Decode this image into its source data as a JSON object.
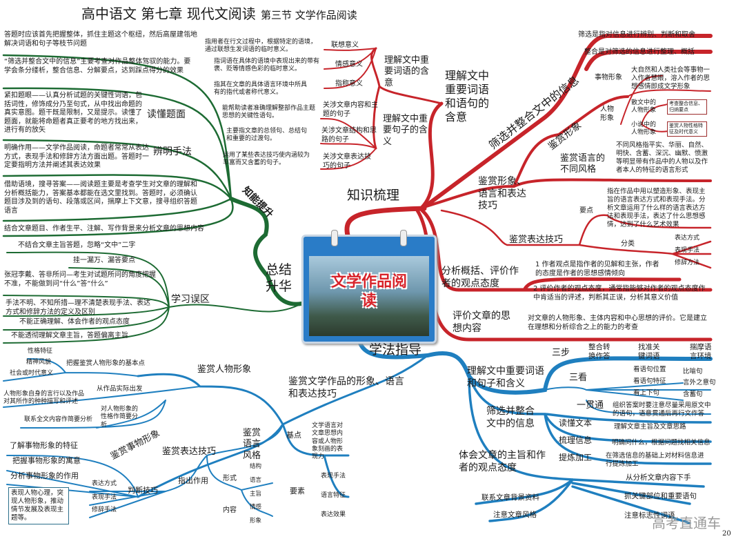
{
  "title": {
    "main": "高中语文  第七章  现代文阅读",
    "section": "第三节  文学作品阅读"
  },
  "center": {
    "image_text": "文学作品阅读",
    "zhishi": "知识梳理",
    "xuefa": "学法指导",
    "zongjie": "总结升华"
  },
  "zhineng": {
    "label": "知能提升",
    "items": [
      "答题时应该首先把握整体，抓住主题这个枢纽，然后高屋建瓴地解决词语和句子等枝节问题",
      "“筛选并整合文中的信息”主要考查对作品整体驾驭的能力。要学会条分缕析，整合信息、分解要点，达到踩点得分的效果",
      "紧扣题眼——认真分析试题的关键性词语，包括词性，修饰成分乃至句式，从中找出命题的真实意图。题干既是限制，又是提示。读懂了题面，就能将命题者真正要考的地方找出来，进行有的放矢",
      "明确作用——文学作品阅读，命题者常常从表达方式，表现手法和修辞方法方面出题。答题时一定要指明方法并阐述其表达效果",
      "借助语境，搜寻答案——阅读题主要是考查学生对文章的理解和分析概括能力，答案基本都能在选文里找到。答题时，必须确认题目涉及到的语句、段落或区间，揣摩上下文意，搜寻组织答题语言",
      "结合文章题目、作者生平、注解、写作背景来分析文章的思想内容"
    ],
    "dudong": "读懂题面",
    "bianming": "辨明手法"
  },
  "wuqu": {
    "label": "学习误区",
    "items": [
      "不结合文章主旨答题，忽略“文中”二字",
      "挂一漏万、漏答要点",
      "张冠李戴、答非所问—考生对试题所问的角度把握不准，不能做到问“什么”答“什么”",
      "手法不明、不知所措—理不清楚表现手法、表达方式和修辞方法的定义及区别",
      "不能正确理解、体会作者的观点态度",
      "不能透彻理解文章主旨，答题偏离主旨"
    ]
  },
  "ciyu": {
    "label": "理解文中重要词语的含意",
    "items": [
      {
        "name": "联想意义",
        "desc": "指用者在行文过程中，根据特定的语境，通过联想生发词语的临时意义。"
      },
      {
        "name": "情感意义",
        "desc": "指词语在具体的语境中表现出来的带有褒、贬等情感色彩的临时意义。"
      },
      {
        "name": "指称意义",
        "desc": "指其在文章的具体语言环境中所具有的指代或者称代意义。"
      }
    ]
  },
  "juzi": {
    "label": "理解文中重要句子的含义",
    "items": [
      {
        "name": "关涉文章内容和主题的句子",
        "desc": "能帮助读者准确理解整部作品主题思想的关键性语句。"
      },
      {
        "name": "关涉文章结构和思路的句子",
        "desc": "主要指文章的总领句、总结句和重要的过渡句。"
      },
      {
        "name": "关涉文章表达技巧的句子",
        "desc": "运用了某些表达技巧使内涵较为丰富而又含蓄的句子。"
      }
    ]
  },
  "hanyi": "理解文中重要词语和语句的含意",
  "shaixuan": {
    "label": "筛选并整合文中的信息",
    "items": [
      "筛选是指对信息进行辨别、判断和取舍",
      "整合是对筛选的信息进行整理、概括"
    ]
  },
  "jianshang": {
    "label": "鉴赏形象、语言和表达技巧",
    "xingxiang": {
      "label": "鉴赏形象",
      "shiwu": "事物形象",
      "shiwu_desc": "大自然和人类社会等事物一入作者慧眼，溶入作者的思想感情即成文学形象",
      "renwu": "人物形象",
      "sanwen": "散文中的人物形象",
      "sanwen_note": "考查整合信息、归纳要点",
      "xiaoshuo": "小说中的人物形象",
      "xiaoshuo_note": "鉴赏人物性格特征及时代意义"
    },
    "yuyan": {
      "label": "鉴赏语言的不同风格",
      "desc": "不同风格指平实、华丽、自然、明快、含蓄、深沉、幽默、愤激等明显带有作品中的人物以及作者本人的特征的语言形式"
    },
    "jiqiao": {
      "label": "鉴赏表达技巧",
      "yaodian": "要点",
      "yaodian_desc": "指在作品中用以塑造形象、表现主旨的语言表达方式和表现手法。分析文章运用了什么样的语言表达方法和表现手法，表达了什么思想感情，达到了什么艺术效果",
      "fenlei": "分类",
      "types": [
        "表达方式",
        "表现手法",
        "修辞方法"
      ]
    }
  },
  "guandian": {
    "label": "分析概括、评价作者的观点态度",
    "points": [
      "1 作者观点是指作者的见解和主张，作者的态度是作者的思想感情倾向",
      "2 评价作者的观点态度，通常指能够对作者的观点态度作中肯适当的评述，判断其正误，分析其意义价值"
    ]
  },
  "sixiang": {
    "label": "评价文章的思想内容",
    "desc": "对文章的人物形象、主体内容和中心思想的评价。它是建立在理想和分析综合之上的能力的考查"
  },
  "fa_right": {
    "lijie": {
      "label": "理解文中重要词语和句子和含义",
      "sanbu": "三步",
      "steps": [
        "整合转换作答",
        "找准关键词语",
        "揣摩语言环境"
      ],
      "sankan": "三看",
      "kan": [
        "看语句位置",
        "看语句特征",
        "看上下句"
      ],
      "types": [
        "比喻句",
        "言外之意句",
        "含蓄句"
      ],
      "guantong": "一贯通",
      "guantong_desc": "组织答案时要注意尽量采用原文中的语句，语意贯通后再行文作答"
    },
    "shaixuan": {
      "label": "筛选并整合文中的信息",
      "steps": [
        {
          "name": "读懂文本",
          "desc": "理解文章主旨及文章思路"
        },
        {
          "name": "梳理信息",
          "desc": "明确问什么，根据问题找相关信息"
        },
        {
          "name": "提炼加工",
          "desc": "在筛选信息的基础上对材料信息进行提炼加工"
        }
      ]
    },
    "zhuzhi": {
      "label": "体会文章的主旨和作者的观点态度",
      "items": [
        "从分析文章内容下手",
        "抓关键部位和重要语句",
        "注意标志性词语",
        "联系文章背景资料",
        "注意文章风格"
      ]
    }
  },
  "fa_left": {
    "label": "鉴赏文学作品的形象、语言和表达技巧",
    "renwu": {
      "label": "鉴赏人物形象",
      "basic": "把握鉴赏人物形象的基本点",
      "basic_items": [
        "性格特征",
        "精神风貌",
        "社会或时代意义"
      ],
      "shiji": "从作品实际出发",
      "shiji_desc": "人物形象自身的言行以及作品对其所作的种种描写和评述",
      "fenxi": "对人物形象的性格作简要分析",
      "fenxi_desc": "联系全文内容作简要分析"
    },
    "shiwu": {
      "label": "鉴赏事物形象",
      "items": [
        "了解事物形象的特征",
        "把握事物形象的寓意",
        "分析事物形象的作用"
      ],
      "note": "表现人物心理，突现人物形象，推动情节发展及表现主题等。"
    },
    "jiqiao": {
      "label": "鉴赏表达技巧",
      "panduan": "判断技巧",
      "panduan_items": [
        "表达方式",
        "表现手法",
        "修辞手法"
      ],
      "zuoyong": "指出作用",
      "xingshi": "形式",
      "xingshi_items": [
        "结构",
        "语言"
      ],
      "neirong": "内容",
      "neirong_items": [
        "主旨",
        "情感",
        "形象"
      ]
    },
    "yuyan": {
      "label": "鉴赏语言风格",
      "jidian": "基点",
      "jidian_desc": "文学语言对文章思想内容或人物形象刻画的表现力",
      "yaosu": "要素",
      "yaosu_items": [
        "表现手法",
        "语言特征",
        "表达效果"
      ]
    }
  },
  "watermark": "高考直通车",
  "page_number": "20"
}
